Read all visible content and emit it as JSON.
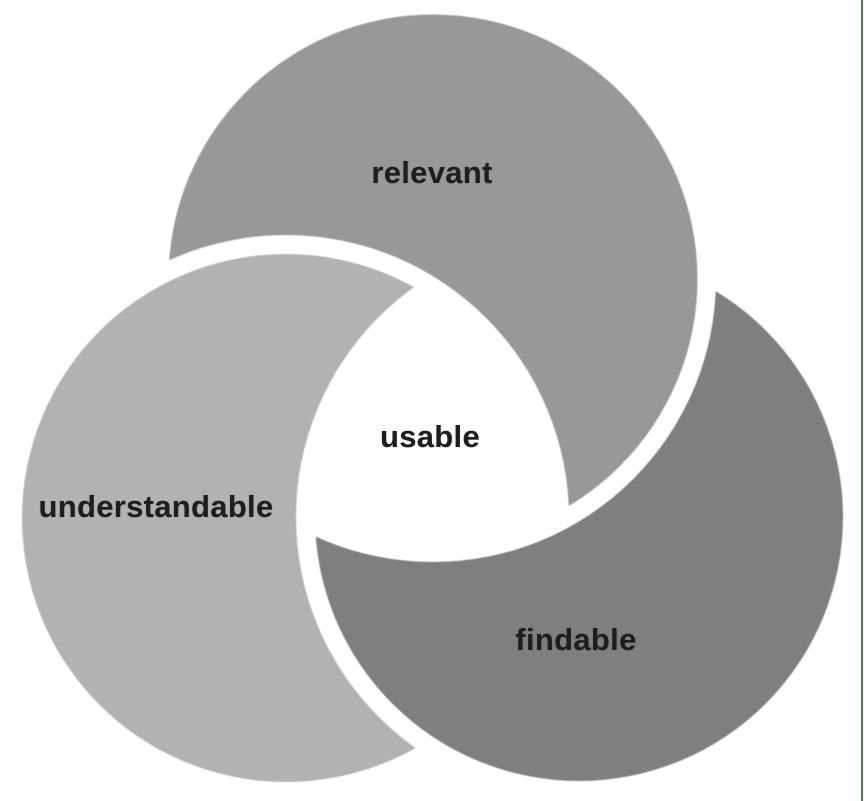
{
  "page": {
    "background": "#ffffff",
    "edge_line_color": "#517a58"
  },
  "diagram": {
    "type": "venn-pinwheel",
    "label_color": "#1e1e1e",
    "segments": [
      {
        "label": "relevant",
        "color": "#989898"
      },
      {
        "label": "understandable",
        "color": "#b2b2b2"
      },
      {
        "label": "findable",
        "color": "#7f7f7f"
      }
    ],
    "center": {
      "label": "usable"
    }
  }
}
